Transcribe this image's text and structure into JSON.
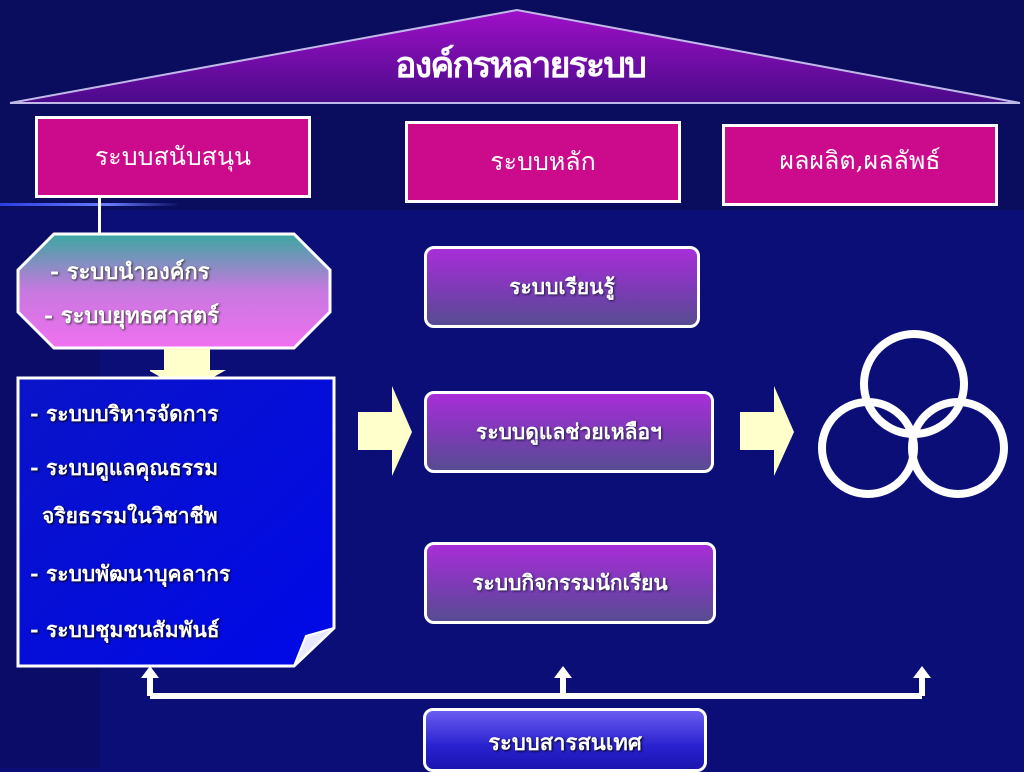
{
  "title": "องค์กรหลายระบบ",
  "headers": {
    "support": "ระบบสนับสนุน",
    "main": "ระบบหลัก",
    "output": "ผลผลิต,ผลลัพธ์"
  },
  "leadership": {
    "items": [
      "- ระบบนำองค์กร",
      "- ระบบยุทธศาสตร์"
    ]
  },
  "support_systems": {
    "items": [
      "- ระบบบริหารจัดการ",
      "- ระบบดูแลคุณธรรม",
      "จริยธรรมในวิชาชีพ",
      "- ระบบพัฒนาบุคลากร",
      "- ระบบชุมชนสัมพันธ์"
    ]
  },
  "core_systems": {
    "learning": "ระบบเรียนรู้",
    "student_care": "ระบบดูแลช่วยเหลือฯ",
    "student_activities": "ระบบกิจกรรมนักเรียน"
  },
  "information_system": "ระบบสารสนเทศ",
  "colors": {
    "background": "#0c0e78",
    "header_box": "#cc0a8c",
    "arrow_fill": "#ffffcc",
    "process_box_top": "#a82ed8",
    "process_box_bottom": "#564c92",
    "info_box": "#2a22d0"
  }
}
